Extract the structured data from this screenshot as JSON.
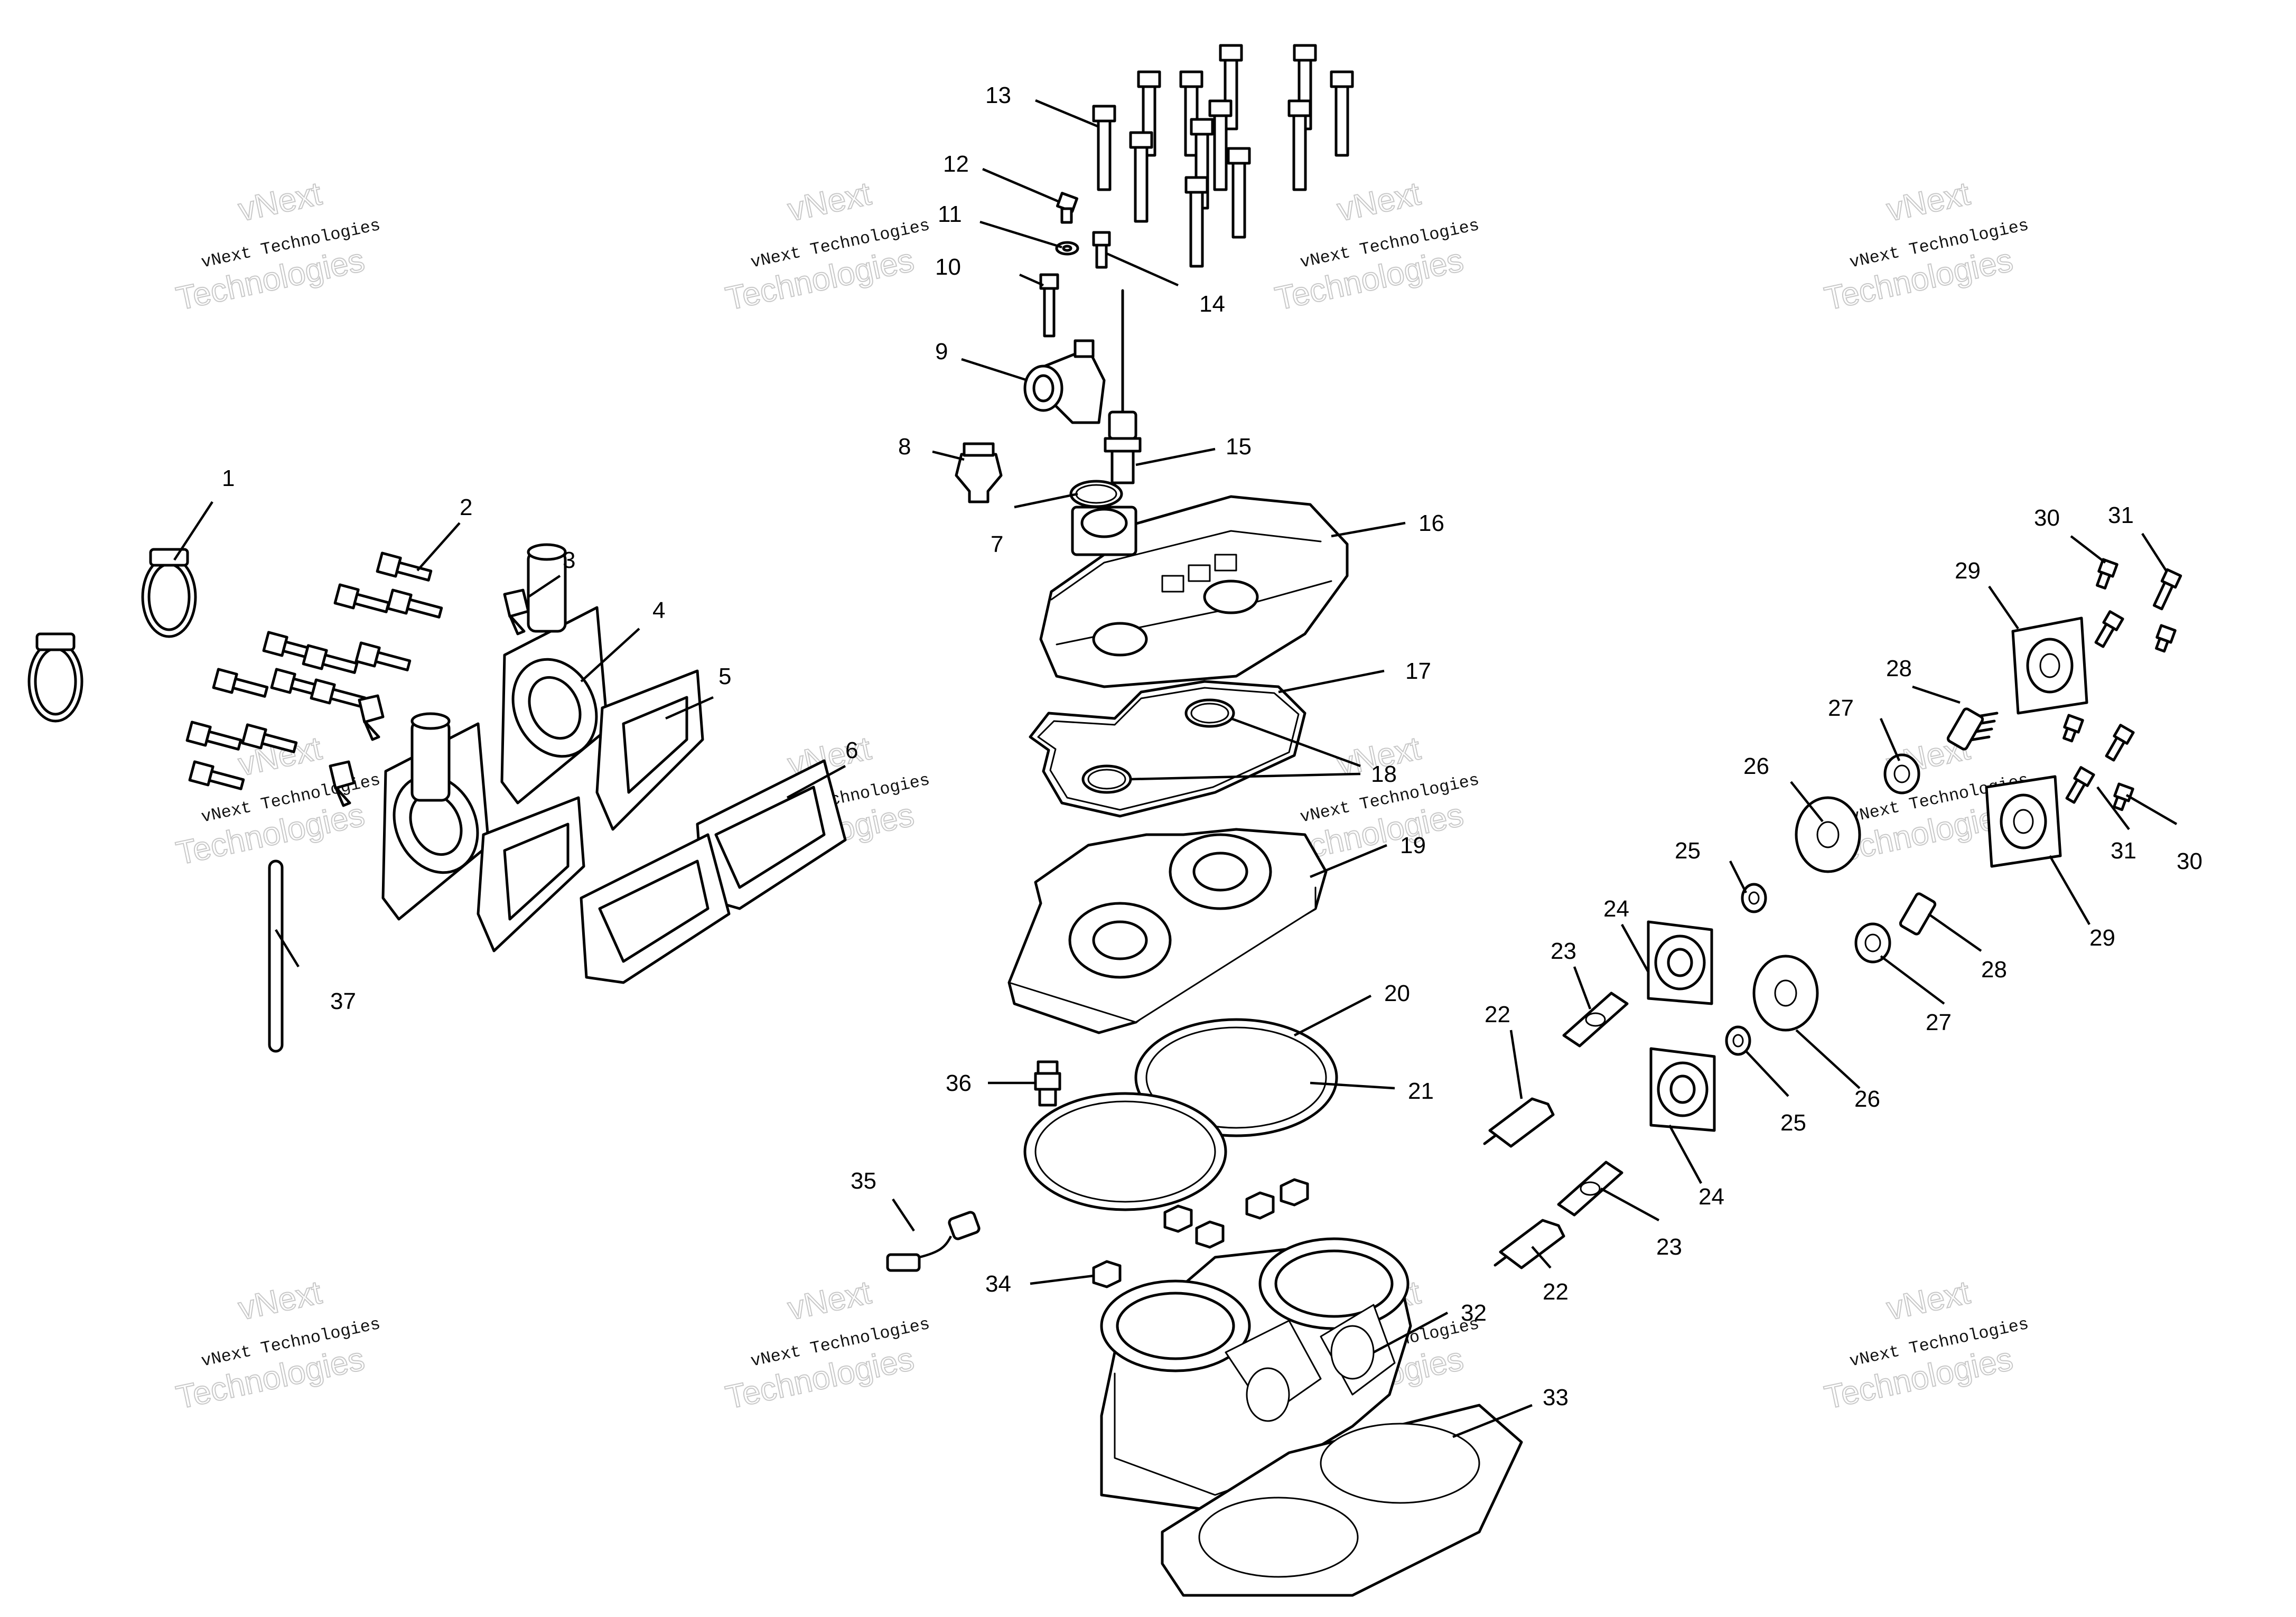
{
  "watermark": {
    "line1": "vNext Technologies",
    "line2": "vNext",
    "line3": "Technologies"
  },
  "callouts": {
    "c1": "1",
    "c2": "2",
    "c3": "3",
    "c4": "4",
    "c5": "5",
    "c6": "6",
    "c7": "7",
    "c8": "8",
    "c9": "9",
    "c10": "10",
    "c11": "11",
    "c12": "12",
    "c13": "13",
    "c14": "14",
    "c15": "15",
    "c16": "16",
    "c17": "17",
    "c18": "18",
    "c19": "19",
    "c20": "20",
    "c21": "21",
    "c22": "22",
    "c23": "23",
    "c24": "24",
    "c25": "25",
    "c26": "26",
    "c27": "27",
    "c28": "28",
    "c29": "29",
    "c30": "30",
    "c31": "31",
    "c32": "32",
    "c33": "33",
    "c34": "34",
    "c35": "35",
    "c36": "36",
    "c37": "37"
  }
}
